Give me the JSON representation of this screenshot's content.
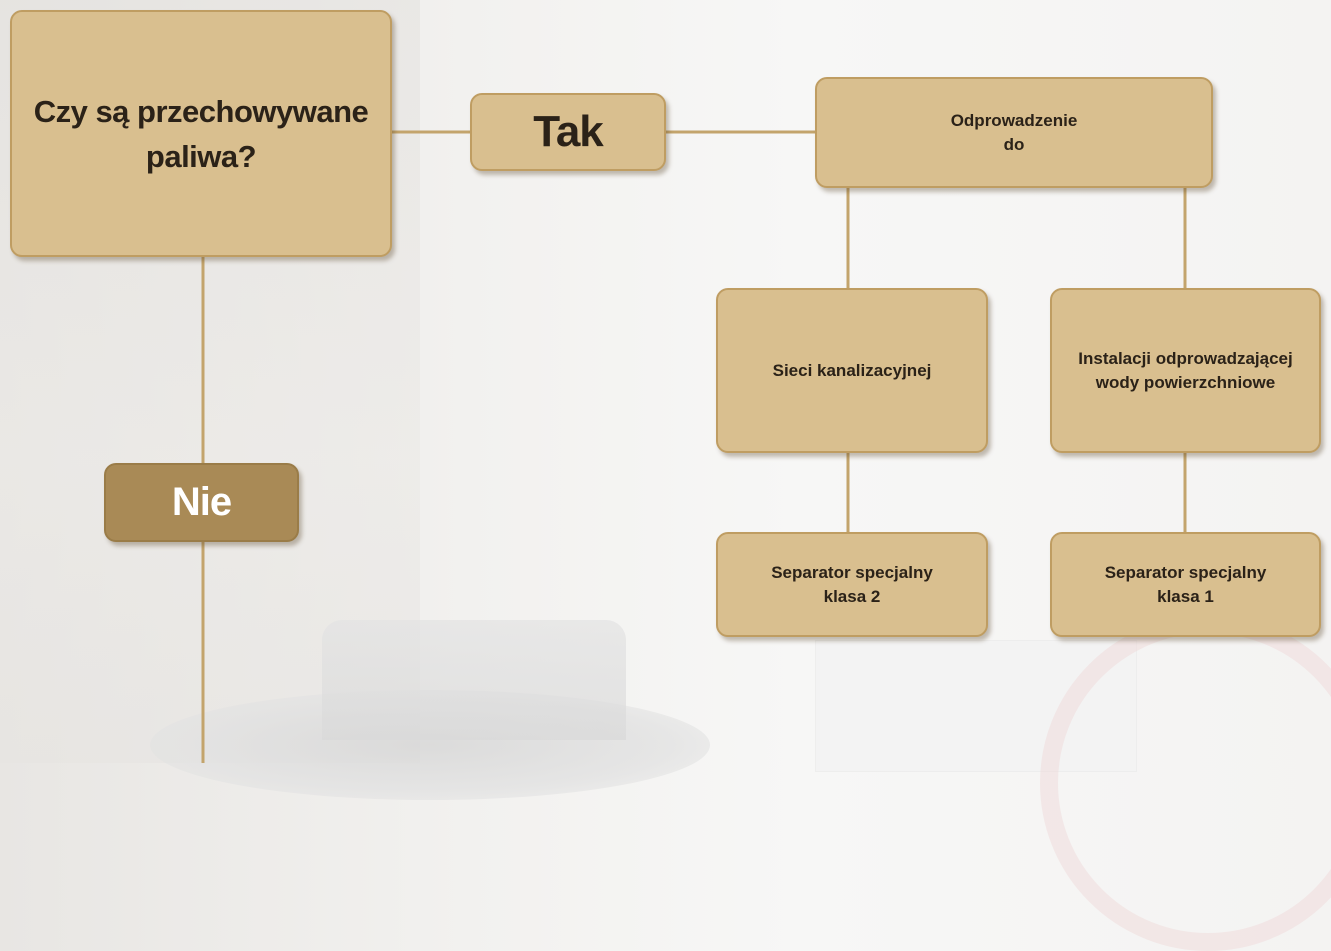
{
  "colors": {
    "box_fill": "#d9bf8f",
    "box_border": "#bf9d62",
    "no_box_fill": "#a98a56",
    "connector": "#c3a46c",
    "text": "#2b2218",
    "no_text": "#ffffff"
  },
  "question": {
    "text": "Czy są przechowywane\npaliwa?"
  },
  "yes": {
    "label": "Tak"
  },
  "no": {
    "label": "Nie"
  },
  "discharge": {
    "text": "Odprowadzenie\ndo"
  },
  "options": {
    "sewer": "Sieci kanalizacyjnej",
    "surface_water": "Instalacji odprowadzającej\nwody powierzchniowe"
  },
  "results": {
    "class2": "Separator specjalny\nklasa 2",
    "class1": "Separator specjalny\nklasa 1"
  }
}
